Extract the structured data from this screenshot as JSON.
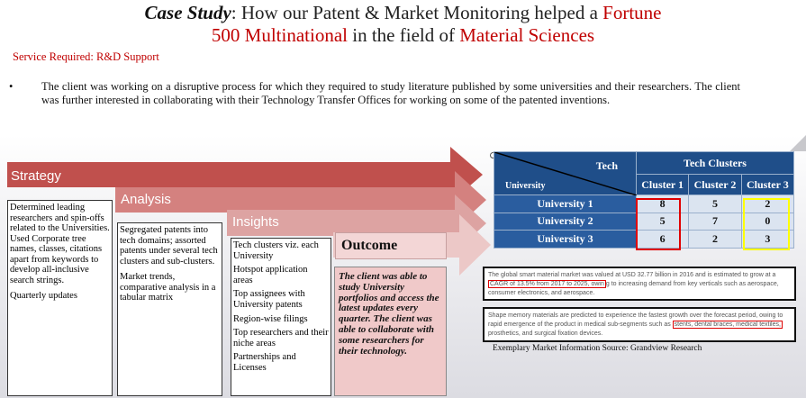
{
  "title": {
    "lead": "Case Study",
    "colon_text": ": How our Patent & Market Monitoring helped a ",
    "red1": "Fortune",
    "red2": "500 Multinational",
    "mid": " in the field of ",
    "red3": "Material Sciences"
  },
  "service_required": "Service Required: R&D Support",
  "bullet": {
    "marker": "•",
    "text": "The client was working on a disruptive process for which they required to study literature published by some universities and their researchers. The client was further interested in collaborating with their Technology Transfer Offices for working on some of the patented inventions."
  },
  "stages": {
    "strategy": {
      "label": "Strategy",
      "items": [
        "Determined leading researchers and spin-offs related to the Universities. Used Corporate tree names, classes, citations apart from keywords to develop all-inclusive search strings.",
        "Quarterly updates"
      ]
    },
    "analysis": {
      "label": "Analysis",
      "items": [
        "Segregated patents into tech domains; assorted patents under several tech clusters and sub-clusters.",
        "Market trends, comparative analysis in a tabular matrix"
      ]
    },
    "insights": {
      "label": "Insights",
      "items": [
        "Tech clusters viz. each University",
        "Hotspot application areas",
        "Top assignees with University patents",
        "Region-wise filings",
        "Top researchers and their niche areas",
        "Partnerships and Licenses"
      ]
    },
    "outcome": {
      "label": "Outcome",
      "text": "The client was able to study University portfolios and access the latest updates every quarter. The client was able to collaborate with some researchers for their technology."
    }
  },
  "table": {
    "tech": "Tech",
    "university": "University",
    "tech_clusters": "Tech Clusters",
    "columns": [
      "Cluster 1",
      "Cluster 2",
      "Cluster 3"
    ],
    "rows": [
      {
        "name": "University 1",
        "values": [
          "8",
          "5",
          "2"
        ]
      },
      {
        "name": "University 2",
        "values": [
          "5",
          "7",
          "0"
        ]
      },
      {
        "name": "University 3",
        "values": [
          "6",
          "2",
          "3"
        ]
      }
    ]
  },
  "source1": {
    "a": "The global smart material market was valued at USD 32.77 billion in 2016 and is estimated to grow at a",
    "b": "CAGR of 13.5% from 2017 to 2025, owin",
    "c": "g to increasing demand from key verticals such as aerospace, consumer electronics, and aerospace."
  },
  "source2": {
    "a": "Shape memory materials are predicted to experience the fastest growth over the forecast period, owing to rapid emergence of the product in medical sub-segments such as ",
    "b": "stents, dental braces, medical textiles,",
    "c": " prosthetics, and surgical fixation devices."
  },
  "caption": "Exemplary Market Information Source: Grandview Research",
  "colors": {
    "arrow1": "#c0504d",
    "arrow2": "#d4817f",
    "arrow3": "#dda3a2",
    "arrow4": "#ecc8c7",
    "table_header": "#1f4e89",
    "highlight_red": "#e00000",
    "highlight_yellow": "#ffff00"
  }
}
